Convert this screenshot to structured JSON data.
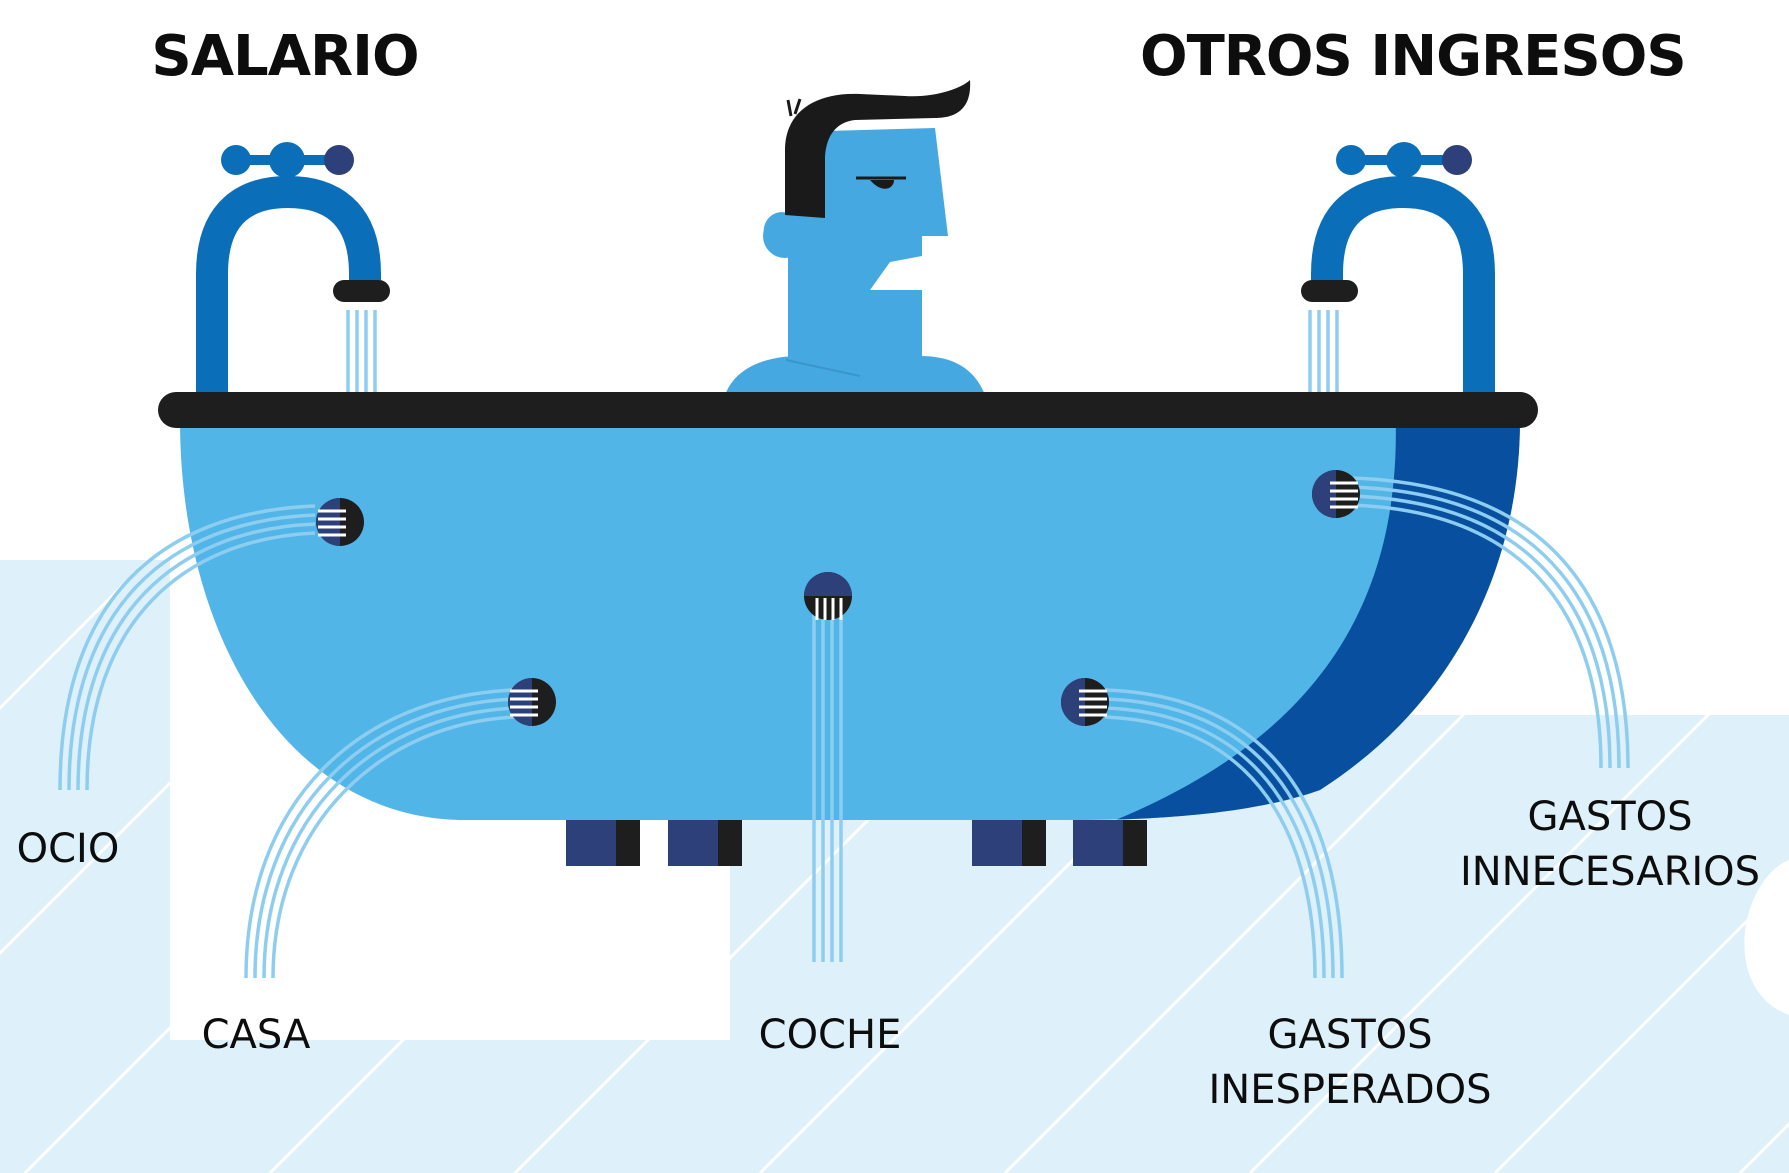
{
  "sources": {
    "left_title": "SALARIO",
    "right_title": "OTROS INGRESOS"
  },
  "drains": {
    "ocio": "OCIO",
    "casa": "CASA",
    "coche": "COCHE",
    "gastos_inesperados": [
      "GASTOS",
      "INESPERADOS"
    ],
    "gastos_innecesarios": [
      "GASTOS",
      "INNECESARIOS"
    ]
  },
  "colors": {
    "background_band": "#def0f9",
    "background_stripe": "#ffffff",
    "tub_body": "#52b5e8",
    "tub_shadow": "#08509f",
    "tub_rim": "#1e1e1e",
    "tub_feet": "#2e4079",
    "faucet": "#0a6fb8",
    "faucet_knob_dark": "#2e4079",
    "water_stream": "#8dcdf0",
    "person_skin": "#45a8e0",
    "person_hair": "#1a1a1a",
    "label_text": "#0d0d0d"
  },
  "icons": [
    "faucet-icon",
    "water-stream-icon",
    "drain-hole-icon",
    "person-figure",
    "bathtub"
  ]
}
